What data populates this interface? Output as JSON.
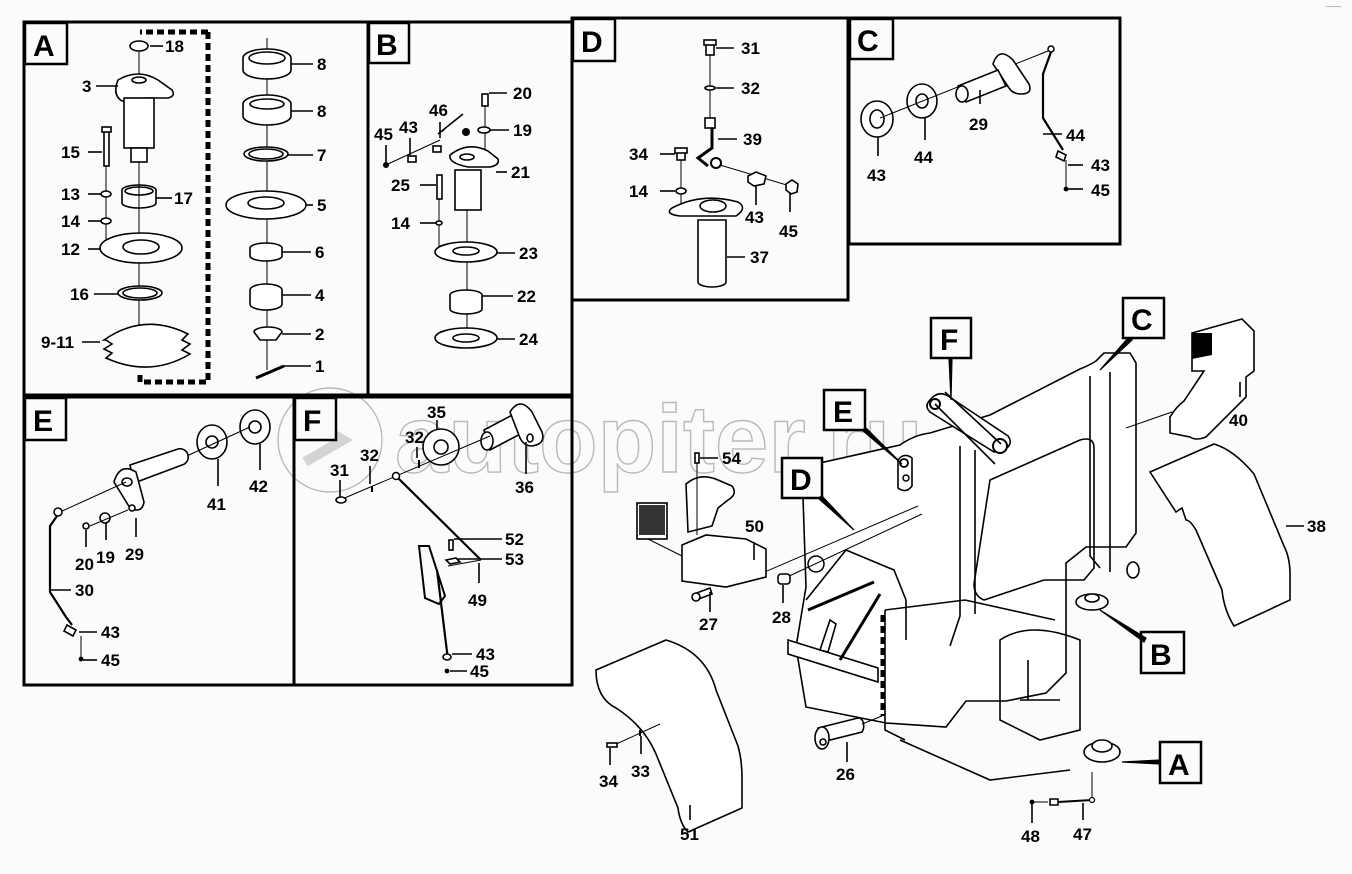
{
  "diagram": {
    "type": "exploded-parts-diagram",
    "watermark": "autopiter.ru",
    "corner_mark": "⁀⁀"
  },
  "panels": [
    {
      "id": "A",
      "tag": "A",
      "callouts": [
        "18",
        "3",
        "15",
        "13",
        "17",
        "14",
        "12",
        "16",
        "9-11",
        "8",
        "8",
        "7",
        "5",
        "6",
        "4",
        "2",
        "1"
      ]
    },
    {
      "id": "B",
      "tag": "B",
      "callouts": [
        "20",
        "46",
        "45",
        "43",
        "19",
        "21",
        "25",
        "14",
        "23",
        "22",
        "24"
      ]
    },
    {
      "id": "D",
      "tag": "D",
      "callouts": [
        "31",
        "32",
        "39",
        "34",
        "14",
        "43",
        "45",
        "37"
      ]
    },
    {
      "id": "C",
      "tag": "C",
      "callouts": [
        "29",
        "44",
        "43",
        "44",
        "43",
        "45"
      ]
    },
    {
      "id": "E",
      "tag": "E",
      "callouts": [
        "41",
        "42",
        "20",
        "19",
        "29",
        "30",
        "43",
        "45"
      ]
    },
    {
      "id": "F",
      "tag": "F",
      "callouts": [
        "35",
        "32",
        "31",
        "32",
        "36",
        "52",
        "53",
        "49",
        "43",
        "45"
      ]
    }
  ],
  "main_assembly": {
    "pointer_tags": [
      "F",
      "C",
      "E",
      "D",
      "B",
      "A"
    ],
    "callouts": [
      "40",
      "38",
      "54",
      "50",
      "27",
      "28",
      "26",
      "34",
      "33",
      "51",
      "48",
      "47"
    ]
  }
}
